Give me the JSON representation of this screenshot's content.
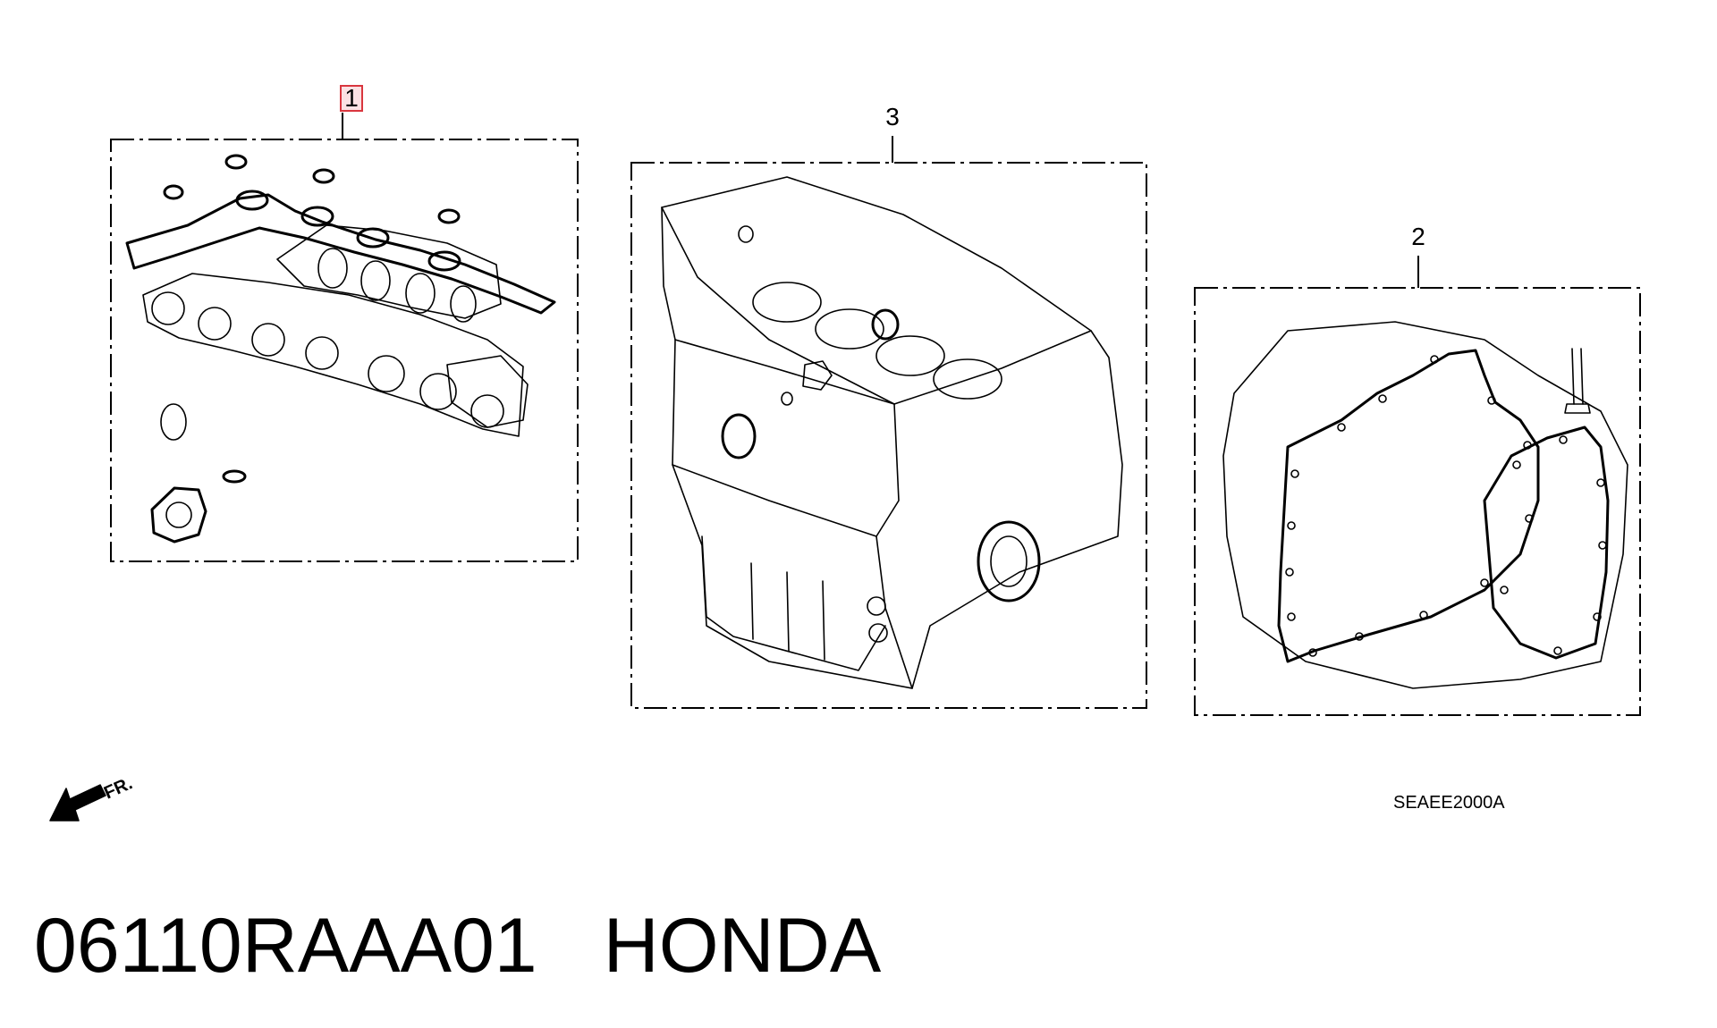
{
  "diagram": {
    "callouts": [
      {
        "label": "1",
        "highlighted": true,
        "highlight_color": "#d9363e"
      },
      {
        "label": "3",
        "highlighted": false
      },
      {
        "label": "2",
        "highlighted": false
      }
    ],
    "illustration_code": "SEAEE2000A",
    "direction_label": "FR."
  },
  "footer": {
    "part_number": "06110RAAA01",
    "brand": "HONDA"
  }
}
